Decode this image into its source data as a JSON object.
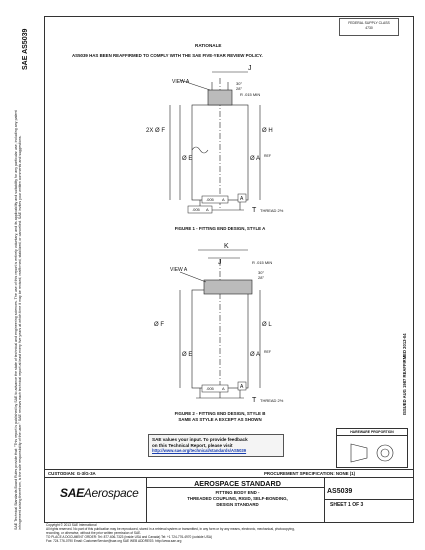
{
  "header": {
    "fsc_line1": "FEDERAL SUPPLY CLASS",
    "fsc_line2": "4730",
    "rationale_heading": "RATIONALE",
    "rationale_text": "AS5039 HAS BEEN REAFFIRMED TO COMPLY WITH THE SAE FIVE-YEAR REVIEW POLICY."
  },
  "sidebar": {
    "sae_doc": "SAE AS5039",
    "legal_text": "SAE Technical Standards Board Rules provide that: \"This report is published by SAE to advance the state of technical and engineering sciences. The use of this report is entirely voluntary, and its applicability and suitability for any particular use, including any patent infringement arising therefrom, is the sole responsibility of the user.\" SAE reviews each technical report at least every five years at which time it may be revised, reaffirmed, stabilized, or cancelled. SAE invites your written comments and suggestions.",
    "reaffirmed": "ISSUED AUG 1987   REAFFIRMED 2013-04"
  },
  "figure1": {
    "caption": "FIGURE 1 - FITTING END DESIGN, STYLE A",
    "labels": {
      "view_a": "VIEW A",
      "j": "J",
      "ang1": "30°",
      "ang2": "28°",
      "r": "R .015 MIN",
      "f": "2X Ø F",
      "h": "Ø H",
      "e": "Ø E",
      "a": "Ø A",
      "a_sup": "REF",
      "tol1": ".005",
      "tol1_ref": "A",
      "tol2": ".005",
      "tol2_ref": "A",
      "datum": "A",
      "t": "T",
      "t_note": "THREAD 2%"
    }
  },
  "figure2": {
    "caption": "FIGURE 2 - FITTING END DESIGN, STYLE B",
    "caption2": "SAME AS STYLE A EXCEPT AS SHOWN",
    "labels": {
      "k": "K",
      "j": "J",
      "view_a": "VIEW A",
      "r": "R .015 MIN",
      "ang1": "30°",
      "ang2": "28°",
      "f": "Ø F",
      "l": "Ø L",
      "e": "Ø E",
      "a": "Ø A",
      "a_sup": "REF",
      "tol": ".005",
      "tol_ref": "A",
      "datum": "A",
      "t": "T",
      "t_note": "THREAD 2%"
    }
  },
  "feedback": {
    "line1": "SAE values your input. To provide feedback",
    "line2": "on this Technical Report, please visit",
    "link": "http://www.sae.org/technical/standards/AS5039"
  },
  "hp_box": {
    "label": "HAREWARE PROPORTION"
  },
  "title_block": {
    "custodian": "CUSTODIAN: G-3/G-3A",
    "procurement": "PROCUREMENT SPECIFICATION: NONE (1)",
    "logo_sae": "SAE",
    "logo_aero": "Aerospace",
    "standard_title": "AEROSPACE STANDARD",
    "desc_line1": "FITTING BODY END -",
    "desc_line2": "THREADED COUPLING, RIGID, SELF-BONDING,",
    "desc_line3": "DESIGN STANDARD",
    "doc_number": "AS5039",
    "sheet": "SHEET 1 OF 3"
  },
  "copyright": {
    "line1": "Copyright © 2013 SAE International",
    "line2": "All rights reserved. No part of this publication may be reproduced, stored in a retrieval system or transmitted, in any form or by any means, electronic, mechanical, photocopying,",
    "line3": "recording, or otherwise, without the prior written permission of SAE.",
    "line4": "TO PLACE A DOCUMENT ORDER:   Tel: 877-606-7323 (inside USA and Canada)   Tel: +1 724-776-4970 (outside USA)",
    "line5": "Fax: 724-776-0790   Email: CustomerService@sae.org   SAE WEB ADDRESS: http://www.sae.org"
  }
}
